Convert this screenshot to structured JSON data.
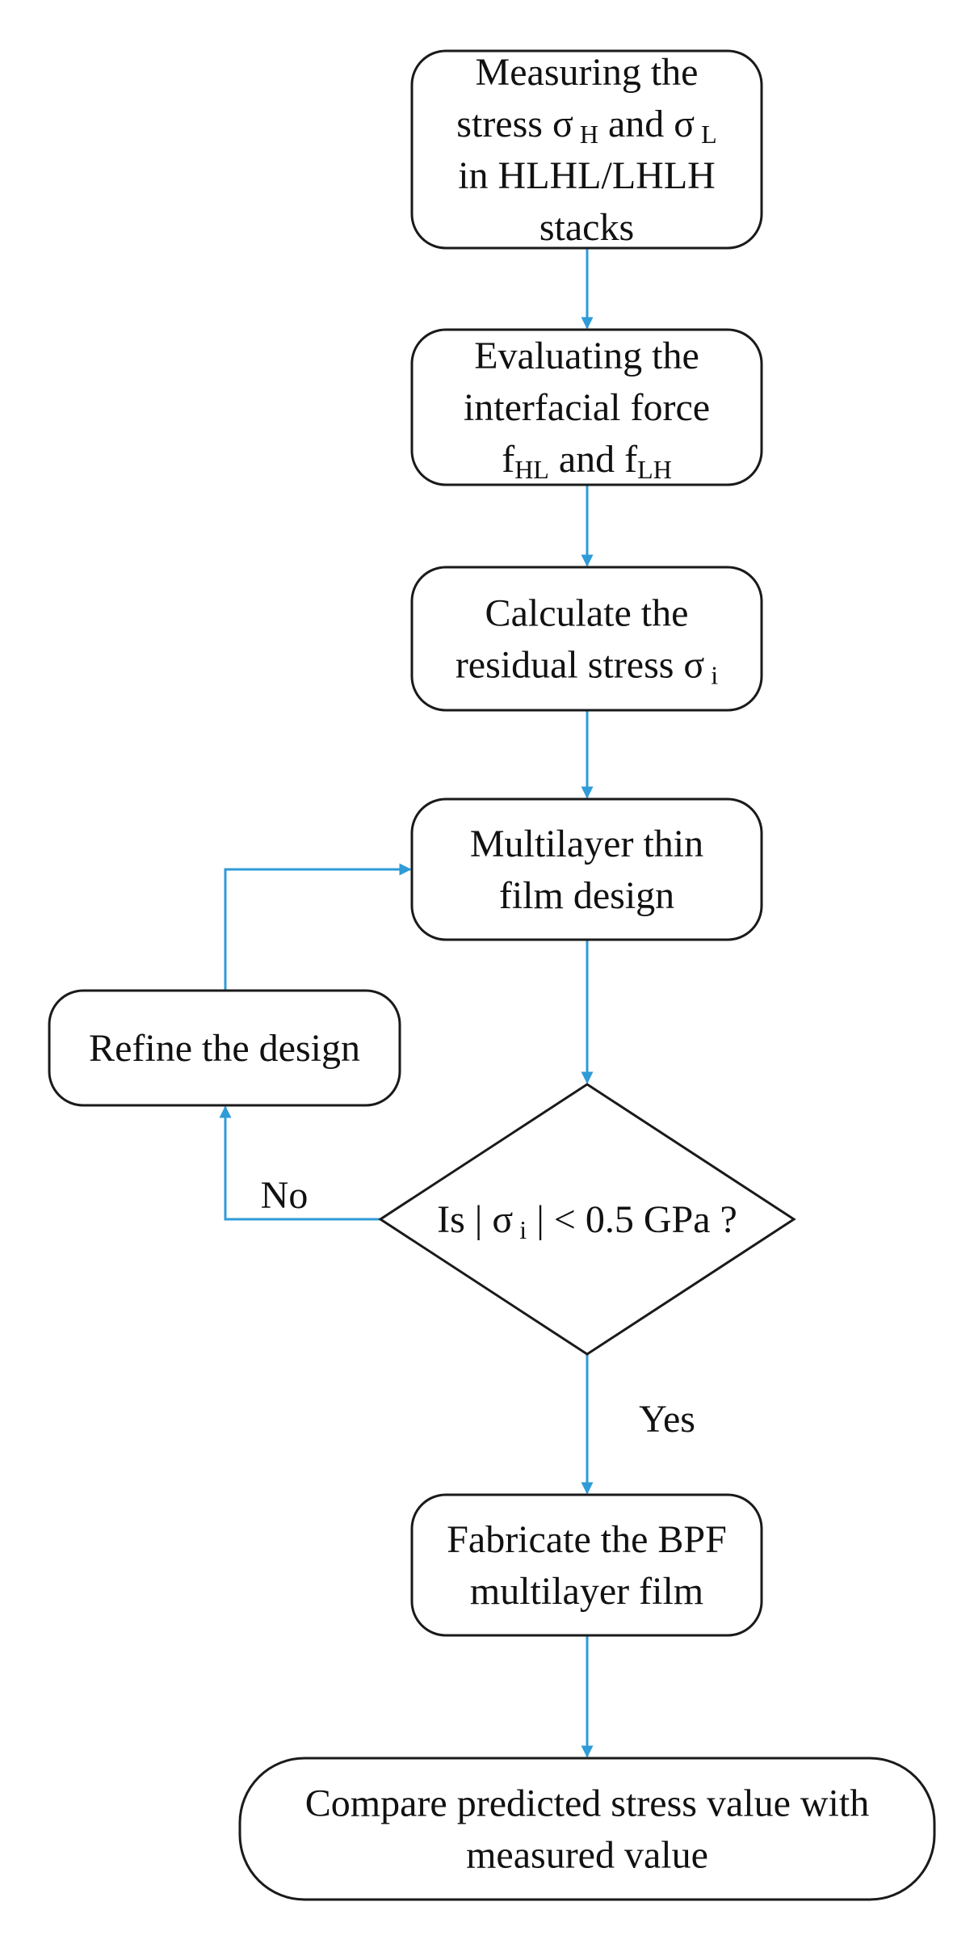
{
  "colors": {
    "arrow": "#2f9bd7",
    "border": "#1a1a1a",
    "text": "#111111"
  },
  "nodes": [
    {
      "id": "measure",
      "shape": "rounded-rect",
      "lines": [
        [
          {
            "t": "Measuring the"
          }
        ],
        [
          {
            "t": "stress  σ"
          },
          {
            "t": " H",
            "sub": true
          },
          {
            "t": " and  σ"
          },
          {
            "t": " L",
            "sub": true
          }
        ],
        [
          {
            "t": "in HLHL/LHLH"
          }
        ],
        [
          {
            "t": "stacks"
          }
        ]
      ]
    },
    {
      "id": "evaluate",
      "shape": "rounded-rect",
      "lines": [
        [
          {
            "t": "Evaluating the"
          }
        ],
        [
          {
            "t": "interfacial force"
          }
        ],
        [
          {
            "t": "f"
          },
          {
            "t": "HL",
            "sub": true
          },
          {
            "t": " and f"
          },
          {
            "t": "LH",
            "sub": true
          }
        ]
      ]
    },
    {
      "id": "calculate",
      "shape": "rounded-rect",
      "lines": [
        [
          {
            "t": "Calculate the"
          }
        ],
        [
          {
            "t": "residual stress σ"
          },
          {
            "t": " i",
            "sub": true
          }
        ]
      ]
    },
    {
      "id": "design",
      "shape": "rounded-rect",
      "lines": [
        [
          {
            "t": "Multilayer thin"
          }
        ],
        [
          {
            "t": "film design"
          }
        ]
      ]
    },
    {
      "id": "refine",
      "shape": "rounded-rect",
      "lines": [
        [
          {
            "t": "Refine the design"
          }
        ]
      ]
    },
    {
      "id": "decision",
      "shape": "diamond",
      "lines": [
        [
          {
            "t": "Is | σ"
          },
          {
            "t": " i",
            "sub": true
          },
          {
            "t": " | < 0.5 GPa ?"
          }
        ]
      ]
    },
    {
      "id": "fabricate",
      "shape": "rounded-rect",
      "lines": [
        [
          {
            "t": "Fabricate the BPF"
          }
        ],
        [
          {
            "t": "multilayer film"
          }
        ]
      ]
    },
    {
      "id": "compare",
      "shape": "terminal",
      "lines": [
        [
          {
            "t": "Compare predicted stress value with"
          }
        ],
        [
          {
            "t": "measured value"
          }
        ]
      ]
    }
  ],
  "edges": [
    {
      "from": "measure",
      "to": "evaluate"
    },
    {
      "from": "evaluate",
      "to": "calculate"
    },
    {
      "from": "calculate",
      "to": "design"
    },
    {
      "from": "design",
      "to": "decision"
    },
    {
      "from": "decision",
      "to": "refine",
      "label": "No"
    },
    {
      "from": "refine",
      "to": "design"
    },
    {
      "from": "decision",
      "to": "fabricate",
      "label": "Yes"
    },
    {
      "from": "fabricate",
      "to": "compare"
    }
  ]
}
